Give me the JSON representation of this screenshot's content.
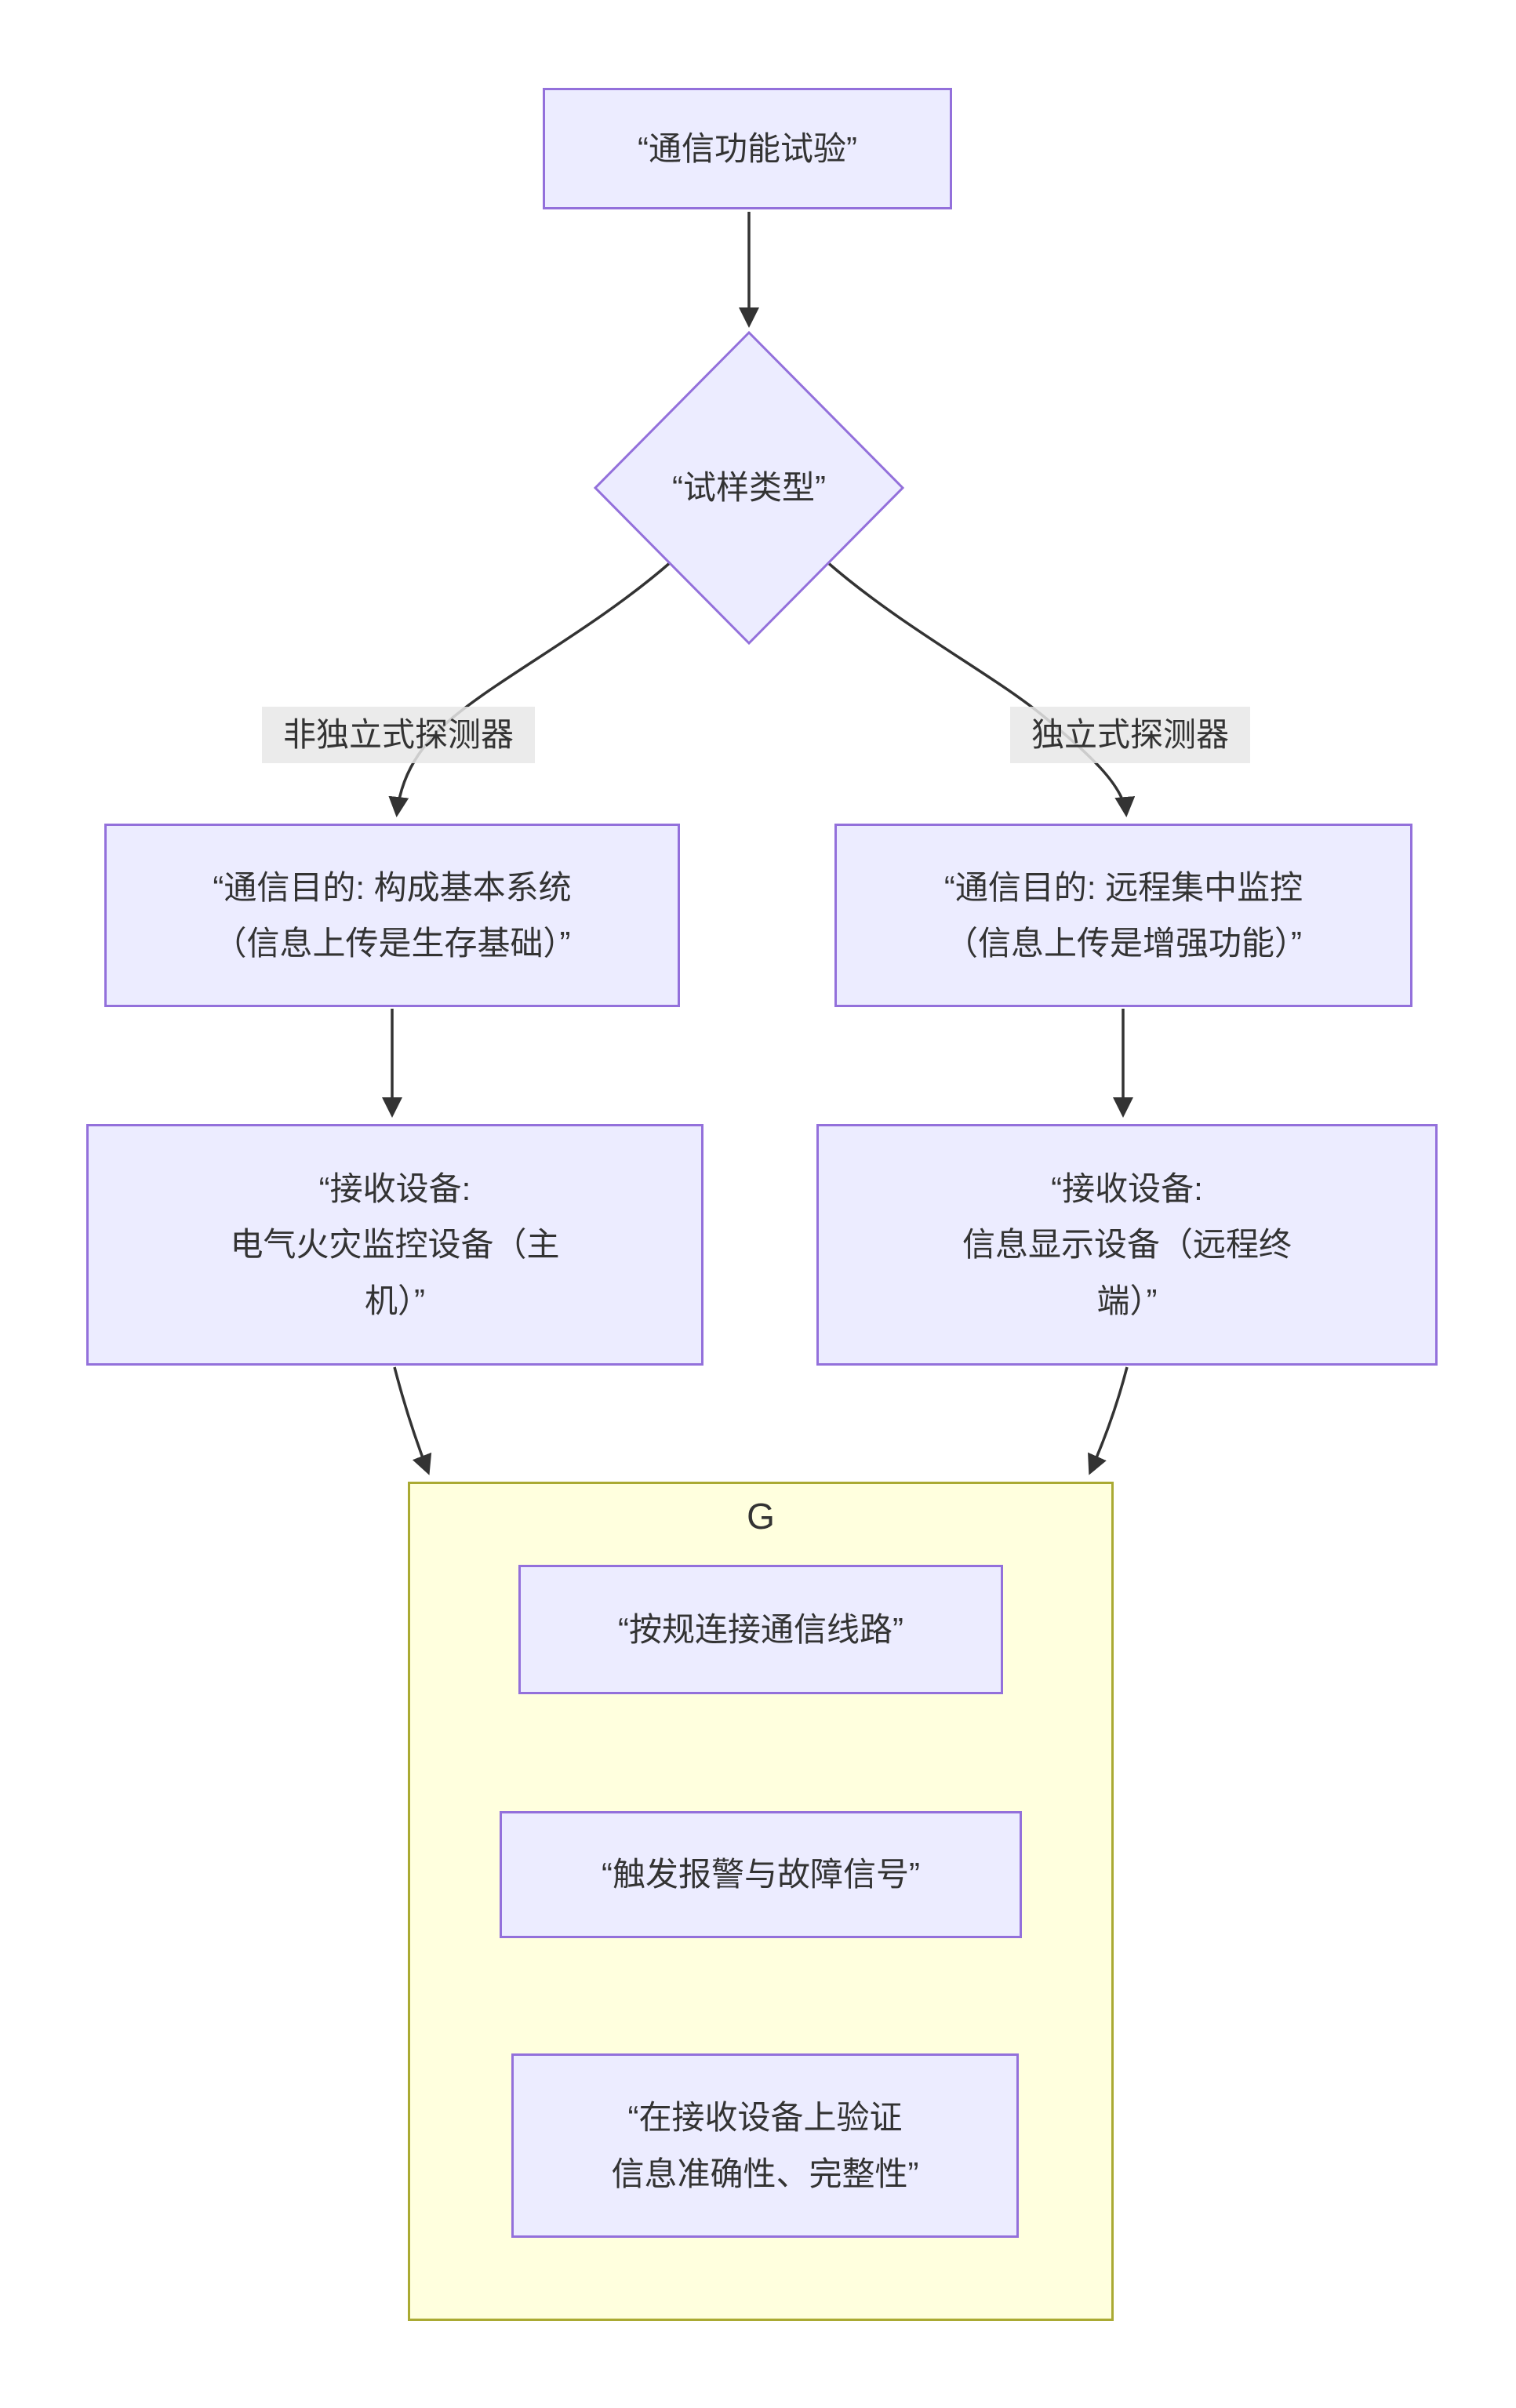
{
  "theme": {
    "canvas_bg": "#ffffff",
    "node_fill": "#ECECFF",
    "node_border": "#9370DB",
    "cluster_fill": "#FFFFDE",
    "cluster_border": "#AAAA33",
    "edge_color": "#333333",
    "edge_label_bg": "rgba(232,232,232,0.85)",
    "text_color": "#333333"
  },
  "flowchart": {
    "root": "“通信功能试验”",
    "decision": "“试样类型”",
    "branches": {
      "left": {
        "edge_label": "非独立式探测器",
        "purpose": "“通信目的: 构成基本系统\n（信息上传是生存基础）”",
        "receiver": "“接收设备:\n电气火灾监控设备（主\n机）”"
      },
      "right": {
        "edge_label": "独立式探测器",
        "purpose": "“通信目的: 远程集中监控\n（信息上传是增强功能）”",
        "receiver": "“接收设备:\n信息显示设备（远程终\n端）”"
      }
    },
    "subgraph": {
      "title": "G",
      "steps": [
        "“按规连接通信线路”",
        "“触发报警与故障信号”",
        "“在接收设备上验证\n信息准确性、完整性”"
      ]
    }
  }
}
